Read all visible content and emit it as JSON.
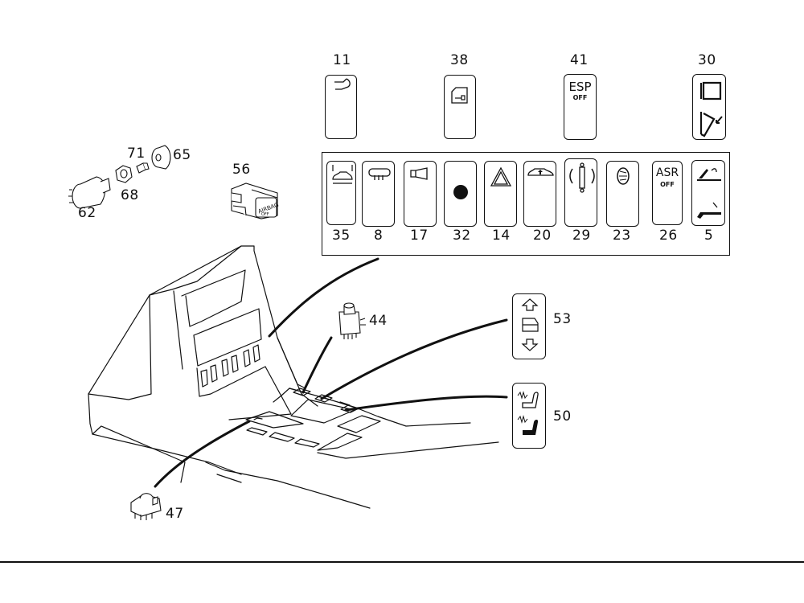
{
  "diagram": {
    "title": "Center console switches – parts diagram",
    "top_switches": [
      {
        "ref": "11",
        "icon": "trunk-lid-icon"
      },
      {
        "ref": "38",
        "icon": "door-lock-icon"
      },
      {
        "ref": "41",
        "icon": "esp-off-icon",
        "text": "ESP",
        "subtext": "OFF"
      },
      {
        "ref": "30",
        "icon": "mirror-fold-icon"
      }
    ],
    "panel_switches": [
      {
        "ref": "35",
        "icon": "level-control-icon"
      },
      {
        "ref": "8",
        "icon": "rear-defrost-icon"
      },
      {
        "ref": "17",
        "icon": "horn-icon"
      },
      {
        "ref": "32",
        "icon": "dot-icon"
      },
      {
        "ref": "14",
        "icon": "hazard-warning-icon"
      },
      {
        "ref": "20",
        "icon": "interior-protection-icon"
      },
      {
        "ref": "29",
        "icon": "suspension-icon"
      },
      {
        "ref": "23",
        "icon": "tire-icon"
      },
      {
        "ref": "26",
        "icon": "asr-off-icon",
        "text": "ASR",
        "subtext": "OFF"
      },
      {
        "ref": "5",
        "icon": "parking-brake-icon"
      }
    ],
    "side_switches": [
      {
        "ref": "53",
        "icon": "window-up-down-icon"
      },
      {
        "ref": "50",
        "icon": "seat-heater-icon"
      }
    ],
    "loose_parts": [
      {
        "ref": "62",
        "name": "rotary-switch"
      },
      {
        "ref": "68",
        "name": "nut"
      },
      {
        "ref": "71",
        "name": "bulb"
      },
      {
        "ref": "65",
        "name": "knob"
      },
      {
        "ref": "56",
        "name": "airbag-off-indicator",
        "text": "AIRBAG",
        "subtext": "OFF"
      },
      {
        "ref": "44",
        "name": "switch-module"
      },
      {
        "ref": "47",
        "name": "window-switch"
      }
    ]
  }
}
